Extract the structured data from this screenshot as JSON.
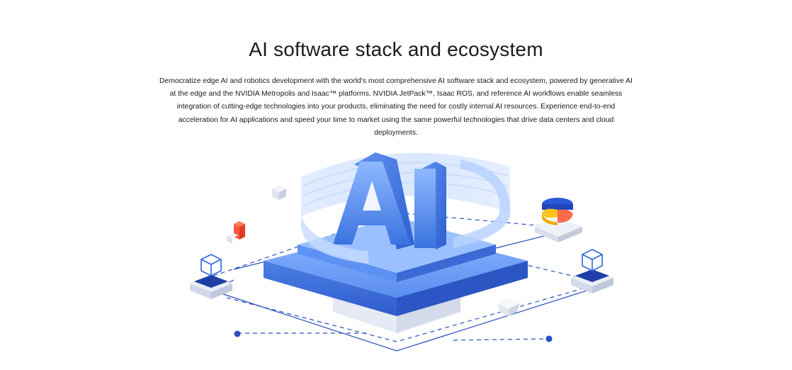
{
  "section": {
    "title": "AI software stack and ecosystem",
    "description": "Democratize edge AI and robotics development with the world's most comprehensive AI software stack and ecosystem, powered by generative AI at the edge and the NVIDIA Metropolis and Isaac™ platforms. NVIDIA JetPack™, Isaac ROS, and reference AI workflows enable seamless integration of cutting-edge technologies into your products, eliminating the need for costly internal AI resources. Experience end-to-end acceleration for AI applications and speed your time to market using the same powerful technologies that drive data centers and cloud deployments."
  },
  "illustration": {
    "center_glyph": "AI",
    "icons": [
      "cube-network-icon",
      "pie-chart-icon",
      "small-cube-icon"
    ],
    "colors": {
      "primary_blue": "#3f7ee8",
      "light_blue": "#9ec3ff",
      "deep_blue": "#1f3fa8",
      "line_blue": "#2a4fc0",
      "accent_orange": "#ff5a3c",
      "accent_yellow": "#ffc21f"
    }
  }
}
